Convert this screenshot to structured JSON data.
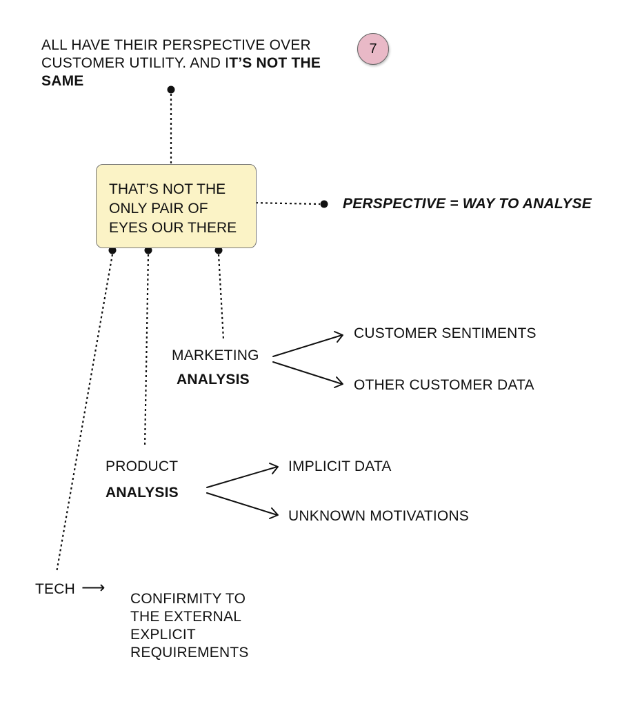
{
  "header_note": {
    "line1": "ALL HAVE THEIR PERSPECTIVE OVER",
    "line2_prefix": "CUSTOMER UTILITY. AND I",
    "line2_bold": "T’S NOT THE",
    "line3_bold": "SAME"
  },
  "badge": {
    "number": "7",
    "color": "#e9b9c7"
  },
  "central_note": {
    "lines": [
      "THAT’S NOT THE",
      "ONLY PAIR OF",
      "EYES OUR THERE"
    ],
    "fill": "#fbf3c6"
  },
  "perspective_label": "PERSPECTIVE = WAY TO ANALYSE",
  "marketing": {
    "label": "MARKETING",
    "sub": "ANALYSIS",
    "outputs": [
      "CUSTOMER SENTIMENTS",
      "OTHER CUSTOMER DATA"
    ]
  },
  "product": {
    "label": "PRODUCT",
    "sub": "ANALYSIS",
    "outputs": [
      "IMPLICIT DATA",
      "UNKNOWN MOTIVATIONS"
    ]
  },
  "tech": {
    "label": "TECH",
    "arrow": "⟶",
    "output_lines": [
      "CONFIRMITY TO",
      "THE EXTERNAL",
      "EXPLICIT",
      "REQUIREMENTS"
    ]
  }
}
